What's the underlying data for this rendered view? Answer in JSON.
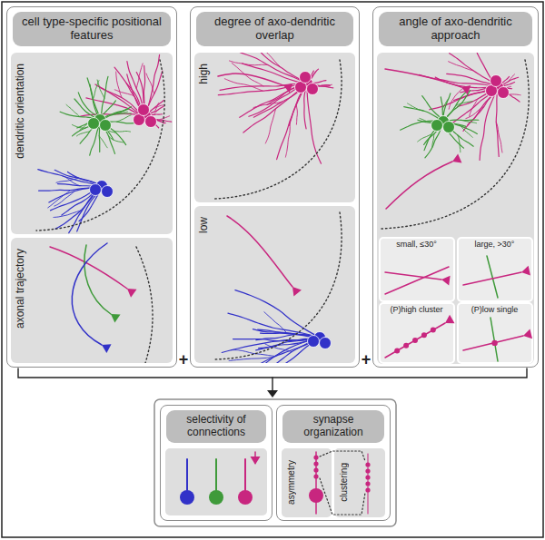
{
  "diagram": {
    "nodes": [
      {
        "text": [
          "cell type-specific positional features"
        ]
      },
      {
        "text": [
          "dendritic orientation"
        ],
        "in": 0
      },
      {
        "text": [
          "axonal trajectory"
        ],
        "in": 0
      },
      {
        "text": [
          "degree of axo-dendritic overlap"
        ]
      },
      {
        "text": [
          "high"
        ],
        "in": 3
      },
      {
        "text": [
          "low"
        ],
        "in": 3
      },
      {
        "text": [
          "angle of axo-dendritic approach"
        ]
      },
      {
        "text": [
          "small, ≤30°"
        ],
        "in": 6
      },
      {
        "text": [
          "large, >30°"
        ],
        "in": 6
      },
      {
        "text": [
          "(P)high cluster"
        ],
        "in": 6
      },
      {
        "text": [
          "(P)low single"
        ],
        "in": 6
      },
      {
        "text": [
          "selectivity of connections"
        ]
      },
      {
        "text": [
          "synapse organization"
        ]
      },
      {
        "text": [
          "asymmetry"
        ],
        "in": 12
      },
      {
        "text": [
          "clustering"
        ],
        "in": 12
      }
    ],
    "labels": [
      "+",
      "+"
    ]
  }
}
